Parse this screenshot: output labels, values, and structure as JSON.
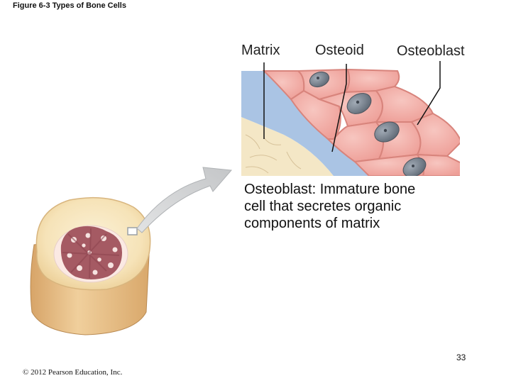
{
  "figure": {
    "title": "Figure 6-3  Types of Bone Cells"
  },
  "labels": {
    "matrix": "Matrix",
    "osteoid": "Osteoid",
    "osteoblast": "Osteoblast"
  },
  "caption": {
    "line1": "Osteoblast: Immature bone",
    "line2": "cell that secretes organic",
    "line3": "components of matrix"
  },
  "footer": {
    "slide_number": "33",
    "copyright": "© 2012 Pearson Education, Inc."
  },
  "colors": {
    "matrix": "#f4e7c6",
    "osteoid": "#aac4e4",
    "osteoblast_cell": "#f2b2ab",
    "nucleus": "#7c8591",
    "spongy_bone": "#a55a63",
    "bone_shaft": "#e9c795",
    "arrow": "#cfd0d2"
  }
}
